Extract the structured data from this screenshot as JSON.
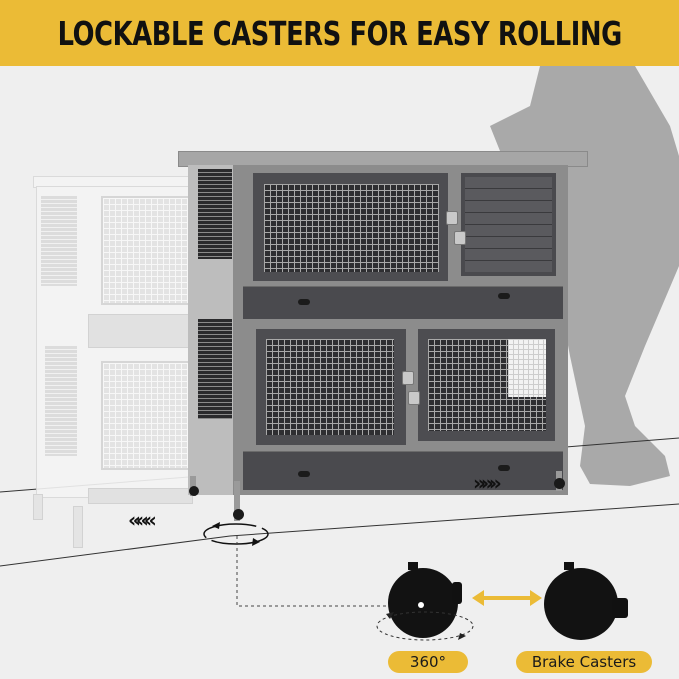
{
  "banner": {
    "title": "LOCKABLE CASTERS FOR EASY ROLLING",
    "background_color": "#ebbb36",
    "text_color": "#111111"
  },
  "scene": {
    "description": "Grey two-tier wooden rabbit hutch on lockable casters, with a ghosted white copy to the left showing motion, a person silhouette on the right, and caster close-ups below",
    "motion_arrows": {
      "left": "«««",
      "right": "»»»"
    },
    "rotation_indicator_icon": "rotate-360-icon"
  },
  "casters": {
    "swivel": {
      "label": "360°",
      "icon": "swivel-caster-icon"
    },
    "brake": {
      "label": "Brake Casters",
      "icon": "brake-caster-icon"
    },
    "connector_icon": "double-arrow-icon",
    "label_pill_color": "#ebbb36"
  }
}
